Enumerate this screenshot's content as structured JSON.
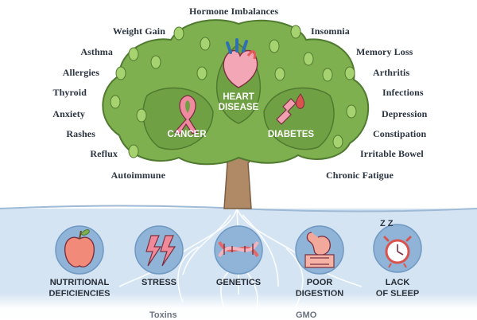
{
  "symptoms_left": [
    "Weight Gain",
    "Asthma",
    "Allergies",
    "Thyroid",
    "Anxiety",
    "Rashes",
    "Reflux",
    "Autoimmune"
  ],
  "symptom_top": "Hormone Imbalances",
  "symptoms_right": [
    "Insomnia",
    "Memory Loss",
    "Arthritis",
    "Infections",
    "Depression",
    "Constipation",
    "Irritable Bowel",
    "Chronic Fatigue"
  ],
  "diseases": {
    "heart": [
      "HEART",
      "DISEASE"
    ],
    "cancer": "CANCER",
    "diabetes": "DIABETES"
  },
  "root_causes": [
    {
      "lines": [
        "NUTRITIONAL",
        "DEFICIENCIES"
      ],
      "icon": "apple-icon"
    },
    {
      "lines": [
        "STRESS"
      ],
      "icon": "lightning-icon"
    },
    {
      "lines": [
        "GENETICS"
      ],
      "icon": "dna-icon"
    },
    {
      "lines": [
        "POOR",
        "DIGESTION"
      ],
      "icon": "stomach-icon"
    },
    {
      "lines": [
        "LACK",
        "OF SLEEP"
      ],
      "icon": "alarm-clock-icon"
    }
  ],
  "sleep_glyph": "Z Z",
  "cutoff": [
    "Toxins",
    "GMO"
  ],
  "colors": {
    "foliage": "#7fb04f",
    "foliage_dark": "#5e8e3a",
    "leaf": "#9ccf66",
    "trunk": "#b38d6a",
    "water": "#cfdff0",
    "circle": "#8fb4d8",
    "red": "#e26a6a"
  }
}
